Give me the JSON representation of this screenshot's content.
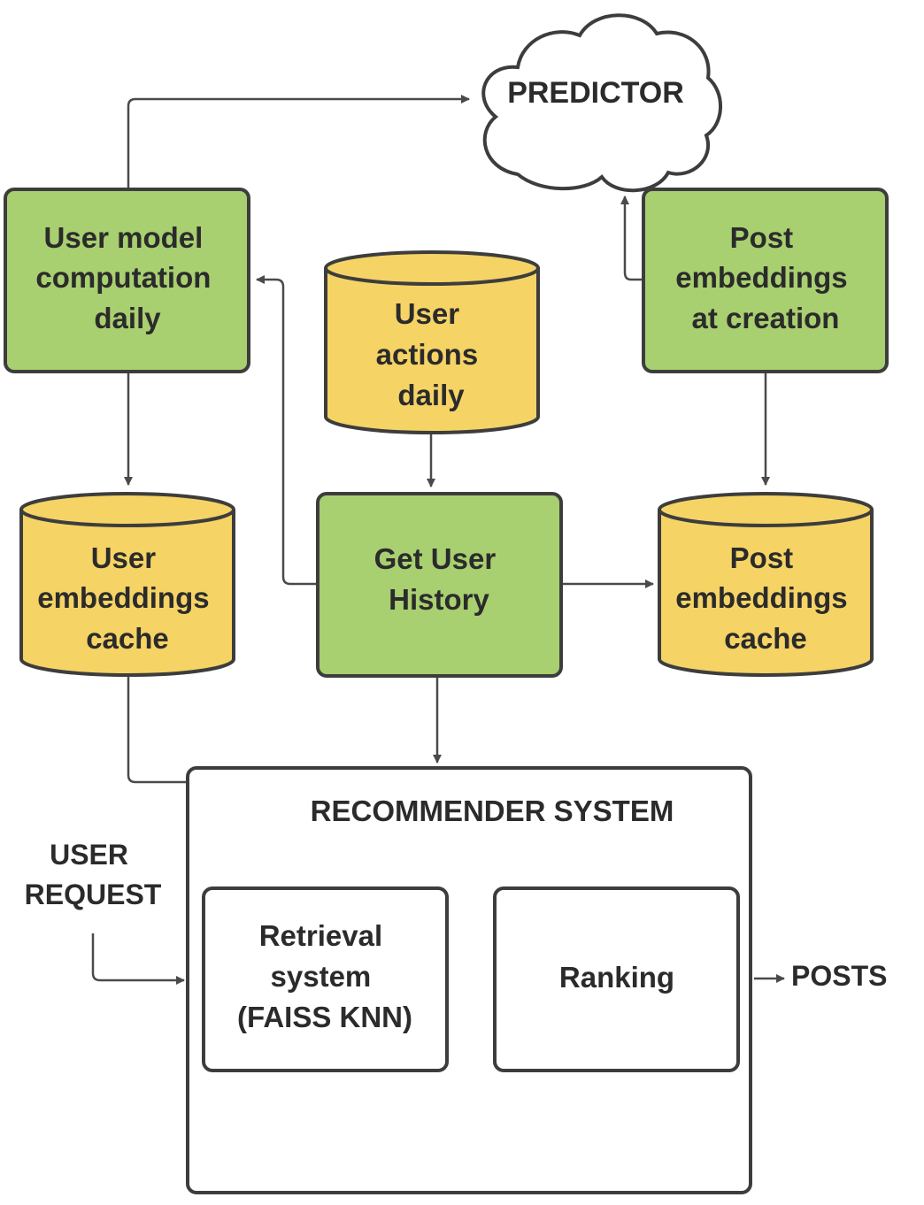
{
  "nodes": {
    "predictor": {
      "lines": [
        "PREDICTOR"
      ]
    },
    "user_model": {
      "lines": [
        "User model",
        "computation",
        "daily"
      ]
    },
    "user_actions": {
      "lines": [
        "User",
        "actions",
        "daily"
      ]
    },
    "post_emb_creation": {
      "lines": [
        "Post",
        "embeddings",
        "at creation"
      ]
    },
    "user_emb_cache": {
      "lines": [
        "User",
        "embeddings",
        "cache"
      ]
    },
    "get_user_history": {
      "lines": [
        "Get User",
        "History"
      ]
    },
    "post_emb_cache": {
      "lines": [
        "Post",
        "embeddings",
        "cache"
      ]
    },
    "recommender": {
      "title": "RECOMMENDER SYSTEM"
    },
    "retrieval": {
      "lines": [
        "Retrieval",
        "system",
        "(FAISS KNN)"
      ]
    },
    "ranking": {
      "lines": [
        "Ranking"
      ]
    }
  },
  "external": {
    "user_request": {
      "lines": [
        "USER",
        "REQUEST"
      ]
    },
    "posts": {
      "lines": [
        "POSTS"
      ]
    }
  },
  "colors": {
    "process": "#a8cf70",
    "datastore": "#f5d365",
    "stroke": "#3d3d3d",
    "arrow": "#4a4a4a"
  }
}
